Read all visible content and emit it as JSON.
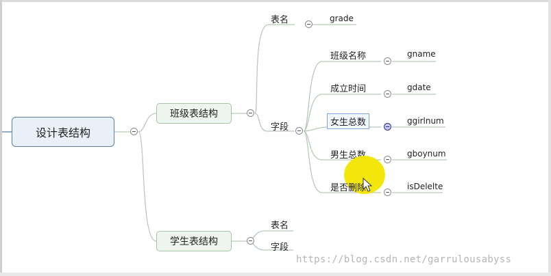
{
  "mindmap": {
    "root": {
      "label": "设计表结构"
    },
    "class_table": {
      "label": "班级表结构",
      "table_name": {
        "label": "表名",
        "value": "grade"
      },
      "fields_label": "字段",
      "fields": [
        {
          "label": "班级名称",
          "value": "gname"
        },
        {
          "label": "成立时间",
          "value": "gdate"
        },
        {
          "label": "女生总数",
          "value": "ggirlnum"
        },
        {
          "label": "男生总数",
          "value": "gboynum"
        },
        {
          "label": "是否删除",
          "value": "isDelelte"
        }
      ]
    },
    "student_table": {
      "label": "学生表结构",
      "table_name_label": "表名",
      "fields_label": "字段"
    }
  },
  "watermark": "https://blog.csdn.net/garrulousabyss",
  "colors": {
    "root_border": "#5b7fa8",
    "subnode_border": "#a7c2a7",
    "selected_border": "#7fa6d8",
    "highlight": "#f2e600"
  }
}
